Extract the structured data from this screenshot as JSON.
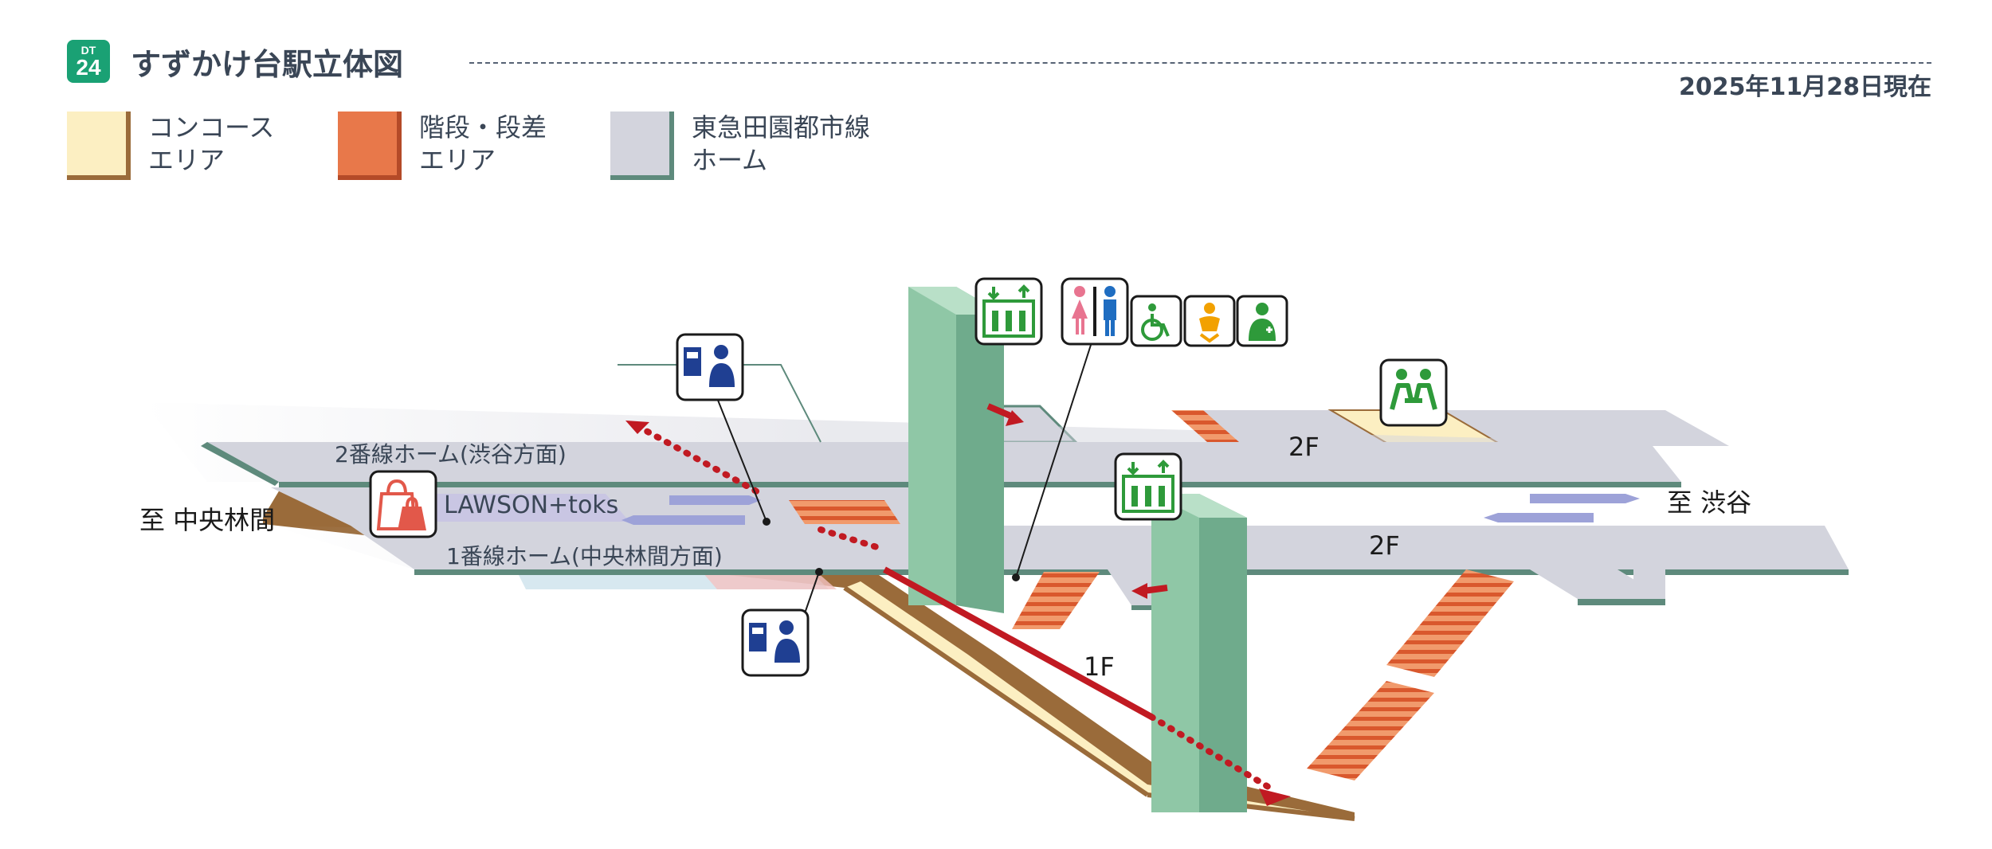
{
  "header": {
    "badge_line": "DT",
    "badge_number": "24",
    "title": "すずかけ台駅立体図",
    "as_of": "2025年11月28日現在"
  },
  "legend": [
    {
      "line1": "コンコース",
      "line2": "エリア",
      "color": "#fcefc2",
      "edge": "#9a6b3a"
    },
    {
      "line1": "階段・段差",
      "line2": "エリア",
      "color": "#e8784a",
      "edge": "#b44a28"
    },
    {
      "line1": "東急田園都市線",
      "line2": "ホーム",
      "color": "#d3d4dd",
      "edge": "#5e8a7c"
    }
  ],
  "diagram": {
    "platform_2": "2番線ホーム(渋谷方面)",
    "platform_1": "1番線ホーム(中央林間方面)",
    "shop": "LAWSON+toks",
    "to_left": "至 中央林間",
    "to_right": "至 渋谷",
    "floor_2f_a": "2F",
    "floor_2f_b": "2F",
    "floor_1f": "1F"
  },
  "icons": [
    "ticket-machine-icon",
    "elevator-icon",
    "toilet-icon",
    "accessible-toilet-icon",
    "baby-care-icon",
    "ostomate-icon",
    "waiting-area-icon",
    "shop-icon"
  ],
  "colors": {
    "brand": "#1aa174",
    "concourse": "#fcefc2",
    "stairs": "#e8784a",
    "platform": "#d3d4dd",
    "elevator": "#8fc7a6",
    "route": "#c11a22",
    "icon_blue": "#1f3f92",
    "icon_green": "#2e9a3a"
  }
}
